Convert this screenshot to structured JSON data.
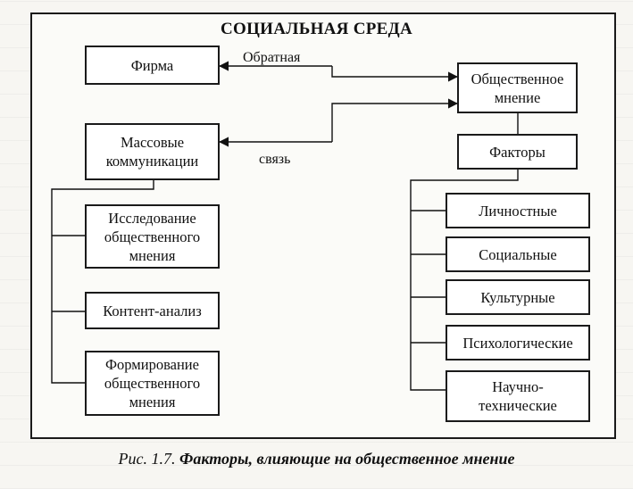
{
  "diagram": {
    "title": "СОЦИАЛЬНАЯ СРЕДА",
    "nodes": {
      "firm": "Фирма",
      "mass_comm": "Массовые коммуникации",
      "research": "Исследование общественного мнения",
      "content_analysis": "Контент-анализ",
      "forming": "Формирование общественного мнения",
      "public_opinion": "Общественное мнение",
      "factors": "Факторы",
      "personal": "Личностные",
      "social": "Социальные",
      "cultural": "Культурные",
      "psychological": "Психологические",
      "scitech": "Научно-технические"
    },
    "edge_labels": {
      "feedback_top": "Обратная",
      "feedback_bottom": "связь"
    }
  },
  "caption": {
    "prefix": "Рис. 1.7.",
    "text": "Факторы, влияющие на общественное мнение"
  }
}
